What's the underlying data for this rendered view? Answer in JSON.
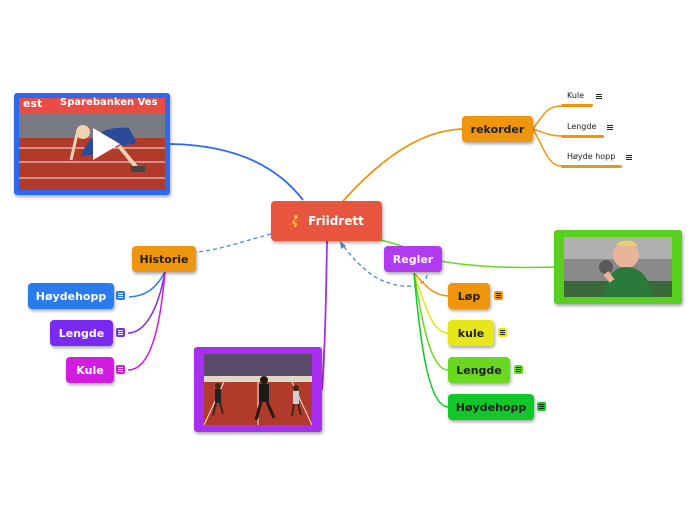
{
  "central": {
    "label": "Friidrett",
    "color": "#e8553f",
    "icon": "runner-icon"
  },
  "branches": {
    "rekorder": {
      "label": "rekorder",
      "color": "#f0960e",
      "children": [
        {
          "label": "Kule"
        },
        {
          "label": "Lengde"
        },
        {
          "label": "Høyde hopp"
        }
      ]
    },
    "historie": {
      "label": "Historie",
      "color": "#f0960e",
      "children": [
        {
          "label": "Høydehopp",
          "color": "#2a7af0"
        },
        {
          "label": "Lengde",
          "color": "#7a2af0"
        },
        {
          "label": "Kule",
          "color": "#d21ce0"
        }
      ]
    },
    "regler": {
      "label": "Regler",
      "color": "#b23af0",
      "children": [
        {
          "label": "Løp",
          "color": "#f0960e"
        },
        {
          "label": "kule",
          "color": "#e6e61a"
        },
        {
          "label": "Lengde",
          "color": "#6ad81e"
        },
        {
          "label": "Høydehopp",
          "color": "#10c828"
        }
      ]
    }
  },
  "images": {
    "sprinter_start": {
      "banner": "est",
      "sponsor": "Sparebanken Ves",
      "icon": "play-icon",
      "frame_color": "#2a6af0"
    },
    "shot_put": {
      "frame_color": "#5ad01e"
    },
    "sprint_race": {
      "frame_color": "#a82ef0"
    }
  }
}
